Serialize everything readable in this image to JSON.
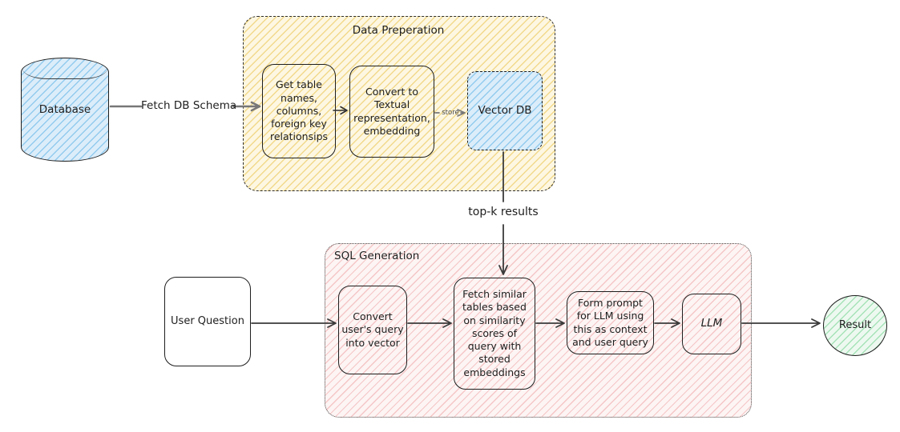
{
  "colors": {
    "ink": "#1e1e1e",
    "arrow_dark": "#3b3b3b",
    "arrow_gray": "#777777",
    "blue_bg": "#dcedfa",
    "blue_line": "#92cbee",
    "yellow_bg": "#fdf7e2",
    "yellow_line": "#f2d98b",
    "pink_bg": "#fdf4f4",
    "pink_line": "#f5c6c6",
    "green_bg": "#edf9f0",
    "green_line": "#a6e2b8"
  },
  "containers": {
    "data_prep": {
      "title": "Data Preperation"
    },
    "sql_gen": {
      "title": "SQL Generation"
    }
  },
  "nodes": {
    "database": {
      "label": "Database"
    },
    "get_tables": {
      "label": "Get table names, columns, foreign key relationsips"
    },
    "convert_textual": {
      "label": "Convert to Textual representation, embedding"
    },
    "vector_db": {
      "label": "Vector DB"
    },
    "user_question": {
      "label": "User Question"
    },
    "convert_vector": {
      "label": "Convert user's query into vector"
    },
    "fetch_similar": {
      "label": "Fetch similar tables based on similarity scores of query with stored embeddings"
    },
    "form_prompt": {
      "label": "Form prompt for LLM using this as context and user query"
    },
    "llm": {
      "label": "LLM"
    },
    "result": {
      "label": "Result"
    }
  },
  "edges": {
    "fetch_db_schema": {
      "label": "Fetch DB Schema"
    },
    "store": {
      "label": "store"
    },
    "top_k_results": {
      "label": "top-k results"
    }
  }
}
